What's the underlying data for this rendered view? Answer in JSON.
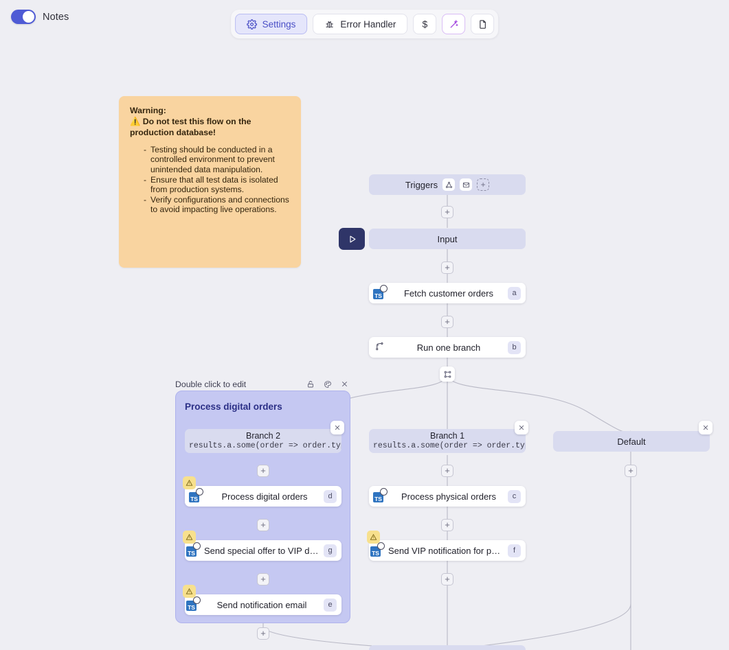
{
  "topbar": {
    "notes_label": "Notes",
    "notes_toggle_on": true,
    "buttons": [
      {
        "label": "Settings",
        "icon": "gear-icon",
        "active": true
      },
      {
        "label": "Error Handler",
        "icon": "bug-icon",
        "active": false
      },
      {
        "label": "$",
        "icon": "dollar-icon",
        "active": false
      },
      {
        "label": "",
        "icon": "magic-wand-icon",
        "active": false
      },
      {
        "label": "",
        "icon": "file-icon",
        "active": false
      }
    ]
  },
  "sticky_note": {
    "heading_line1": "Warning:",
    "heading_line2": "⚠️ Do not test this flow on the production database!",
    "bullets": [
      "Testing should be conducted in a controlled environment to prevent unintended data manipulation.",
      "Ensure that all test data is isolated from production systems.",
      "Verify configurations and connections to avoid impacting live operations."
    ],
    "bg_color": "#f9d4a0"
  },
  "flow": {
    "triggers": {
      "label": "Triggers",
      "icons": [
        "webhook-icon",
        "email-icon"
      ],
      "add_label": "+"
    },
    "input": {
      "label": "Input"
    },
    "nodes": {
      "fetch_customer_orders": {
        "label": "Fetch customer orders",
        "badge": "a",
        "icon": "typescript-icon"
      },
      "run_one_branch": {
        "label": "Run one branch",
        "badge": "b",
        "icon": "branch-icon"
      },
      "process_physical_orders": {
        "label": "Process physical orders",
        "badge": "c",
        "icon": "typescript-icon"
      },
      "process_digital_orders": {
        "label": "Process digital orders",
        "badge": "d",
        "icon": "typescript-icon"
      },
      "send_notification_email": {
        "label": "Send notification email",
        "badge": "e",
        "icon": "typescript-icon"
      },
      "send_vip_physical": {
        "label": "Send VIP notification for physical...",
        "badge": "f",
        "icon": "typescript-icon"
      },
      "send_special_offer": {
        "label": "Send special offer to VIP digital c...",
        "badge": "g",
        "icon": "typescript-icon"
      }
    },
    "branches": {
      "branch_2": {
        "label": "Branch 2",
        "code": "results.a.some(order => order.type"
      },
      "branch_1": {
        "label": "Branch 1",
        "code": "results.a.some(order => order.type"
      },
      "default": {
        "label": "Default"
      }
    },
    "group": {
      "header_hint": "Double click to edit",
      "title": "Process digital orders",
      "header_icons": [
        "lock-icon",
        "palette-icon",
        "close-icon"
      ],
      "bg_color": "#c5c8f2"
    },
    "add_button_label": "+"
  },
  "colors": {
    "canvas": "#eeeef3",
    "accent": "#4f5bd5",
    "node_lavender": "#d9dbef",
    "warning": "#f7e08d"
  }
}
